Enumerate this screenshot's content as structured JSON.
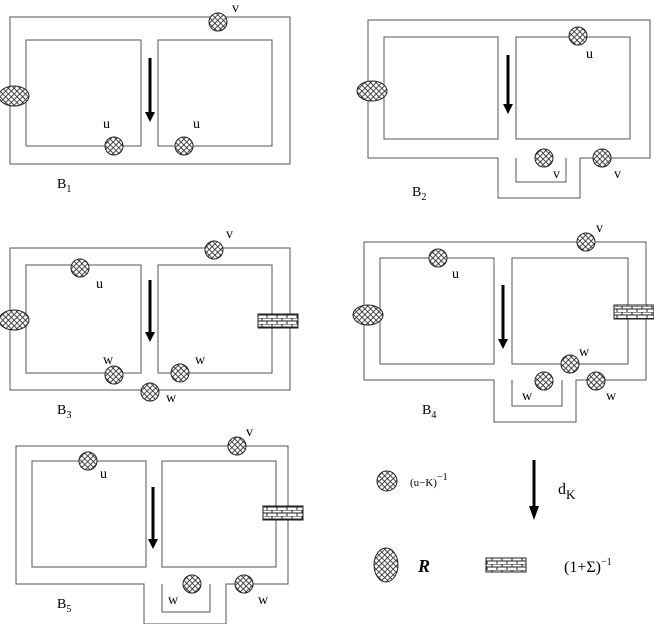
{
  "diagrams": [
    {
      "label": "B",
      "sub": "1"
    },
    {
      "label": "B",
      "sub": "2"
    },
    {
      "label": "B",
      "sub": "3"
    },
    {
      "label": "B",
      "sub": "4"
    },
    {
      "label": "B",
      "sub": "5"
    }
  ],
  "vertex_labels": {
    "u": "u",
    "v": "v",
    "w": "w"
  },
  "legend": {
    "propagator": "(u−K)",
    "propagator_exp": "−1",
    "arrow_main": "d",
    "arrow_sub": "K",
    "ellipse": "R",
    "brick": "(1+Σ)",
    "brick_exp": "−1"
  },
  "colors": {
    "stroke": "#555555",
    "blob": "#222222"
  }
}
